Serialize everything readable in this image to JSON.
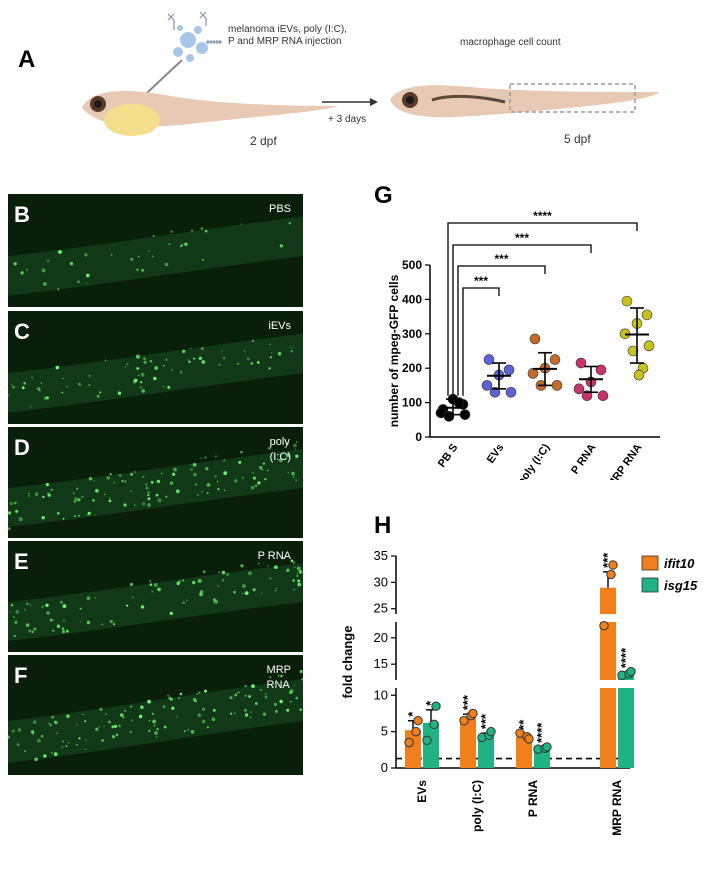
{
  "panels": {
    "A": "A",
    "B": "B",
    "C": "C",
    "D": "D",
    "E": "E",
    "F": "F",
    "G": "G",
    "H": "H"
  },
  "schematic": {
    "injection_label_line1": "melanoma iEVs, poly (I:C),",
    "injection_label_line2": "P and MRP RNA injection",
    "count_label": "macrophage cell count",
    "arrow_label": "+ 3 days",
    "left_stage": "2 dpf",
    "right_stage": "5 dpf"
  },
  "micrographs": [
    {
      "letter": "B",
      "label_lines": [
        "PBS"
      ]
    },
    {
      "letter": "C",
      "label_lines": [
        "iEVs"
      ]
    },
    {
      "letter": "D",
      "label_lines": [
        "poly",
        "(I:C)"
      ]
    },
    {
      "letter": "E",
      "label_lines": [
        "P RNA"
      ]
    },
    {
      "letter": "F",
      "label_lines": [
        "MRP",
        "RNA"
      ]
    }
  ],
  "chart_data": [
    {
      "panel": "G",
      "type": "scatter",
      "ylabel": "number of mpeg-GFP cells",
      "ylim": [
        0,
        500
      ],
      "yticks": [
        0,
        100,
        200,
        300,
        400,
        500
      ],
      "categories": [
        "PB S",
        "EVs",
        "poly (I:C)",
        "P RNA",
        "MRP RNA"
      ],
      "colors": [
        "#000000",
        "#5b63d6",
        "#c46b2a",
        "#c8336e",
        "#c8c21e"
      ],
      "points": [
        [
          80,
          95,
          110,
          70,
          65,
          60,
          100
        ],
        [
          225,
          195,
          180,
          150,
          130,
          130
        ],
        [
          285,
          225,
          200,
          185,
          150,
          150
        ],
        [
          215,
          195,
          160,
          140,
          120,
          120
        ],
        [
          395,
          355,
          330,
          300,
          265,
          250,
          200,
          180
        ]
      ],
      "means": [
        85,
        178,
        198,
        168,
        298
      ],
      "sd_low": [
        65,
        140,
        150,
        130,
        215
      ],
      "sd_high": [
        110,
        215,
        245,
        205,
        375
      ],
      "comparisons": [
        {
          "to": 1,
          "label": "***"
        },
        {
          "to": 2,
          "label": "***"
        },
        {
          "to": 3,
          "label": "***"
        },
        {
          "to": 4,
          "label": "****"
        }
      ]
    },
    {
      "panel": "H",
      "type": "bar",
      "ylabel": "fold change",
      "categories": [
        "EVs",
        "poly (I:C)",
        "P RNA",
        "MRP RNA"
      ],
      "yticks_lower": [
        0,
        5,
        10
      ],
      "yticks_mid": [
        15,
        20
      ],
      "yticks_upper": [
        25,
        30,
        35
      ],
      "baseline": 1.3,
      "series": [
        {
          "name": "ifit10",
          "color": "#f07f1c",
          "values": [
            5.2,
            7.0,
            4.3,
            29
          ],
          "err": [
            1.3,
            0.4,
            0.4,
            3
          ],
          "points": [
            [
              3.5,
              5.0,
              6.5
            ],
            [
              6.5,
              7.2,
              7.5
            ],
            [
              4.8,
              4.3,
              4.0
            ],
            [
              22.3,
              31.5,
              33.3
            ]
          ],
          "sig": [
            "*",
            "***",
            "**",
            "***"
          ]
        },
        {
          "name": "isg15",
          "color": "#1fb384",
          "values": [
            6.2,
            4.5,
            2.7,
            13.0
          ],
          "err": [
            1.8,
            0.3,
            0.2,
            0.5
          ],
          "points": [
            [
              3.8,
              6.0,
              8.5
            ],
            [
              4.2,
              4.5,
              5.0
            ],
            [
              2.6,
              2.7,
              2.9
            ],
            [
              12.9,
              13.2,
              13.6
            ]
          ],
          "sig": [
            "*",
            "***",
            "****",
            "****"
          ]
        }
      ]
    }
  ]
}
